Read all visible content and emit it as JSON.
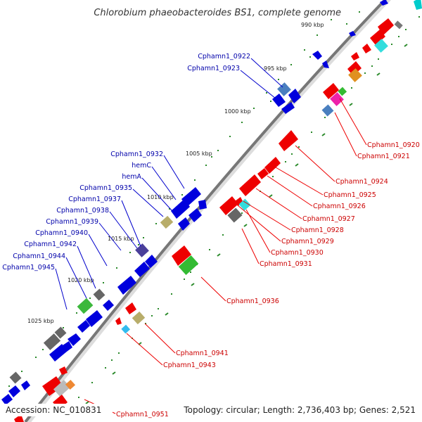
{
  "title": "Chlorobium phaeobacteroides BS1, complete genome",
  "scale_ticks": [
    "990 kbp",
    "995 kbp",
    "1000 kbp",
    "1005 kbp",
    "1010 kbp",
    "1015 kbp",
    "1020 kbp",
    "1025 kbp"
  ],
  "labels_left": [
    "Cphamn1_0922",
    "Cphamn1_0923",
    "Cphamn1_0932",
    "hemC",
    "hemA",
    "Cphamn1_0935",
    "Cphamn1_0937",
    "Cphamn1_0938",
    "Cphamn1_0939",
    "Cphamn1_0940",
    "Cphamn1_0942",
    "Cphamn1_0944",
    "Cphamn1_0945"
  ],
  "labels_right": [
    "Cphamn1_0920",
    "Cphamn1_0921",
    "Cphamn1_0924",
    "Cphamn1_0925",
    "Cphamn1_0926",
    "Cphamn1_0927",
    "Cphamn1_0928",
    "Cphamn1_0929",
    "Cphamn1_0930",
    "Cphamn1_0931",
    "Cphamn1_0936",
    "Cphamn1_0941",
    "Cphamn1_0943",
    "Cphamn1_0951"
  ],
  "footer": {
    "accession": "Accession: NC_010831",
    "summary": "Topology: circular; Length: 2,736,403 bp; Genes: 2,521"
  },
  "colors": {
    "forward_strand": "#0000ee",
    "reverse_strand": "#ee0000",
    "backbone": "#777777",
    "gc_dots": "#228822"
  }
}
